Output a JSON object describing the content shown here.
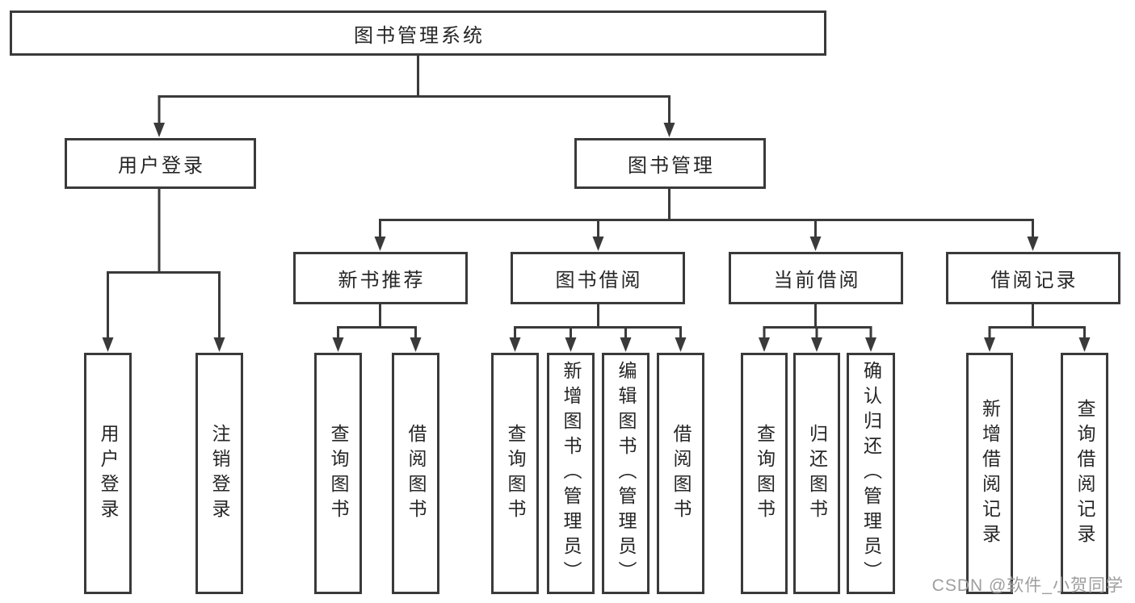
{
  "nodes": {
    "root": "图书管理系统",
    "user_login": "用户登录",
    "book_management": "图书管理",
    "new_book_recommend": "新书推荐",
    "book_borrow": "图书借阅",
    "current_borrow": "当前借阅",
    "borrow_records": "借阅记录",
    "leaf_user_login": "用户登录",
    "leaf_logout_login": "注销登录",
    "leaf_query_books_rec": "查询图书",
    "leaf_borrow_books_rec": "借阅图书",
    "leaf_query_books_borrow": "查询图书",
    "leaf_add_books_admin": "新增图书（管理员）",
    "leaf_edit_books_admin": "编辑图书（管理员）",
    "leaf_borrow_books_borrow": "借阅图书",
    "leaf_query_books_current": "查询图书",
    "leaf_return_books": "归还图书",
    "leaf_confirm_return_admin": "确认归还（管理员）",
    "leaf_add_borrow_record": "新增借阅记录",
    "leaf_query_borrow_record": "查询借阅记录"
  },
  "watermark": "CSDN @软件_小贺同学",
  "colors": {
    "line": "#3a3a3a",
    "text": "#262626",
    "watermark": "#9e9e9e",
    "background": "#ffffff"
  }
}
